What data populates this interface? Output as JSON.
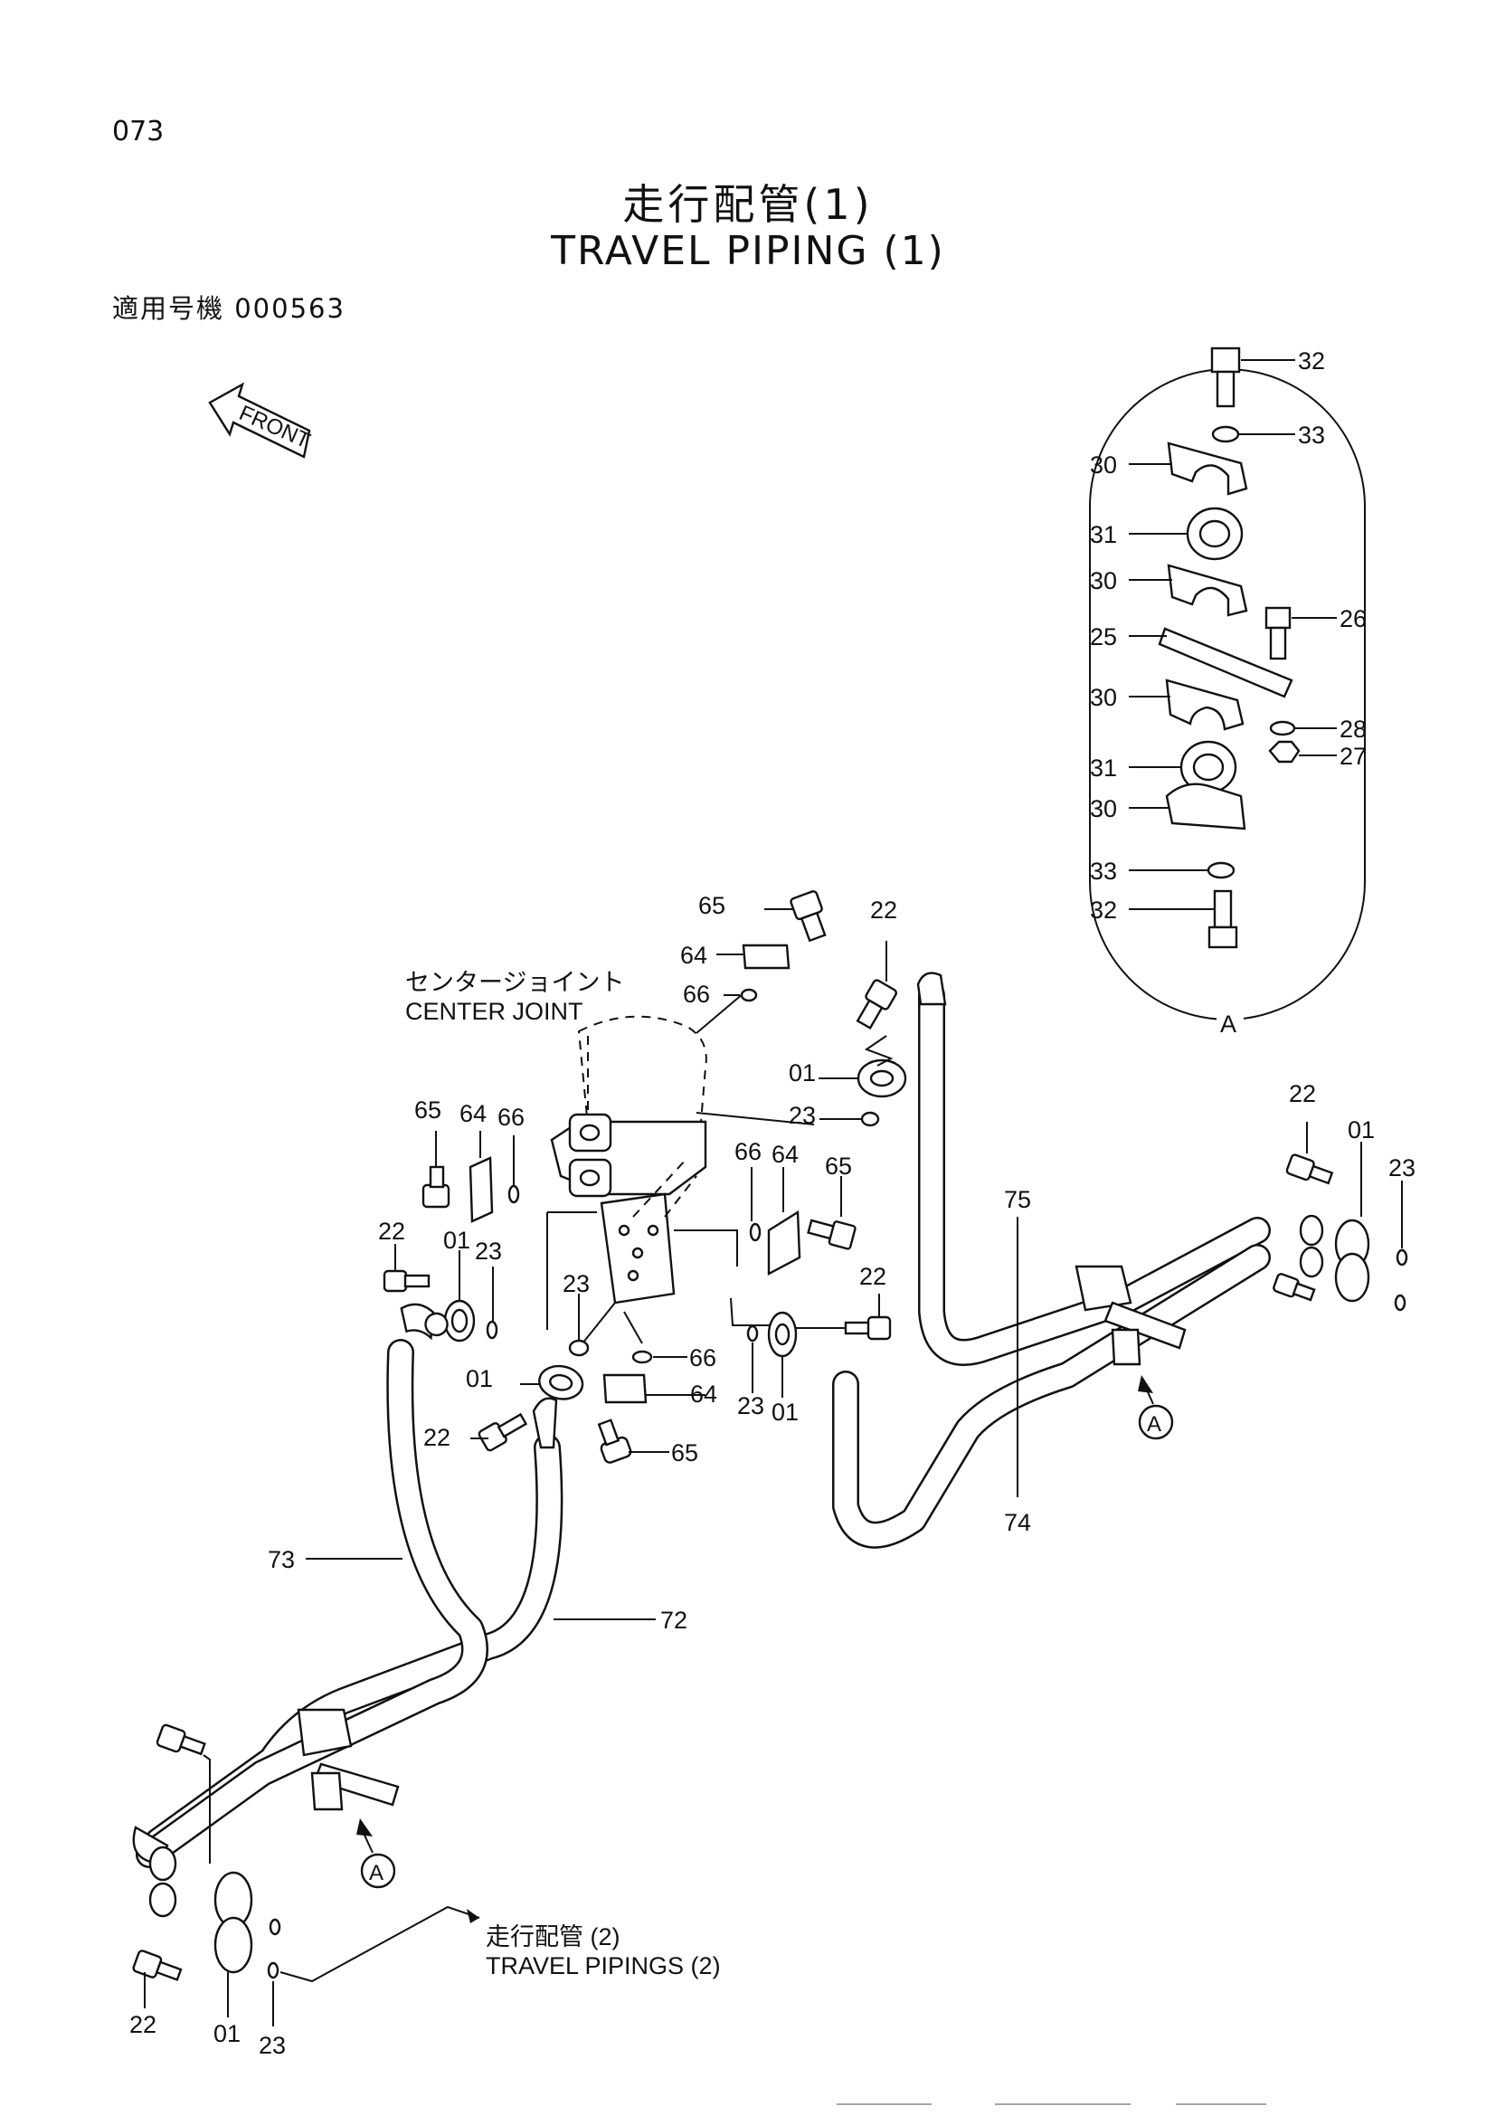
{
  "page_number": "073",
  "title_jp": "走行配管(1)",
  "title_en": "TRAVEL   PIPING (1)",
  "applicable_model": "適用号機 000563",
  "front_label": "FRONT",
  "center_joint": {
    "label_jp": "センタージョイント",
    "label_en": "CENTER JOINT"
  },
  "reference_note": {
    "label_jp": "走行配管  (2)",
    "label_en": "TRAVEL PIPINGS  (2)"
  },
  "detail_view": {
    "name": "A",
    "callouts": [
      "32",
      "33",
      "30",
      "31",
      "30",
      "26",
      "25",
      "30",
      "28",
      "27",
      "31",
      "30",
      "33",
      "32"
    ]
  },
  "view_markers": [
    "A",
    "A"
  ],
  "callouts": {
    "c65a": "65",
    "c64a": "64",
    "c66a": "66",
    "c22a": "22",
    "c01a": "01",
    "c23a": "23",
    "c65b": "65",
    "c64b": "64",
    "c66b": "66",
    "c22b": "22",
    "c01b": "01",
    "c23b": "23",
    "c66c": "66",
    "c64c": "64",
    "c65c": "65",
    "c22c": "22",
    "c23c": "23",
    "c01c": "01",
    "c23d": "23",
    "c01d": "01",
    "c22d": "22",
    "c66d": "66",
    "c64d": "64",
    "c65d": "65",
    "c22e": "22",
    "c01e": "01",
    "c23e": "23",
    "c75": "75",
    "c74": "74",
    "c73": "73",
    "c72": "72",
    "c22f": "22",
    "c01f": "01",
    "c23f": "23"
  }
}
